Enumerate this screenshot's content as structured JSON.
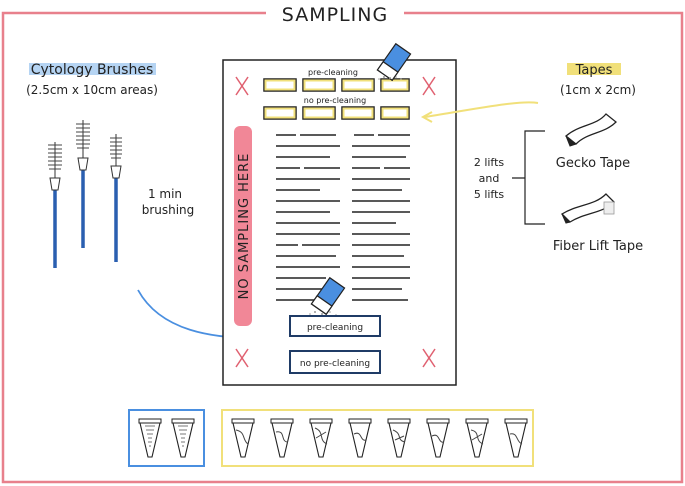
{
  "title": "SAMPLING",
  "brushes": {
    "title": "Cytology Brushes",
    "subtitle": "(2.5cm x 10cm areas)"
  },
  "brushing": {
    "line1": "1 min",
    "line2": "brushing"
  },
  "tapes": {
    "title": "Tapes",
    "subtitle": "(1cm x 2cm)",
    "lifts_line1": "2 lifts",
    "lifts_line2": "and",
    "lifts_line3": "5 lifts",
    "gecko": "Gecko Tape",
    "fiber": "Fiber Lift Tape"
  },
  "sheet": {
    "no_sampling": "NO SAMPLING HERE",
    "pre_cleaning": "pre-cleaning",
    "no_pre_cleaning": "no pre-cleaning",
    "brush_pre_cleaning": "pre-cleaning",
    "brush_no_pre_cleaning": "no pre-cleaning"
  },
  "colors": {
    "frame": "#e8808c",
    "blue": "#4a8fe0",
    "yellow": "#f1e07a",
    "navy": "#1f3b66",
    "red_x": "#e06070",
    "pink_bar": "#f07a8c"
  }
}
